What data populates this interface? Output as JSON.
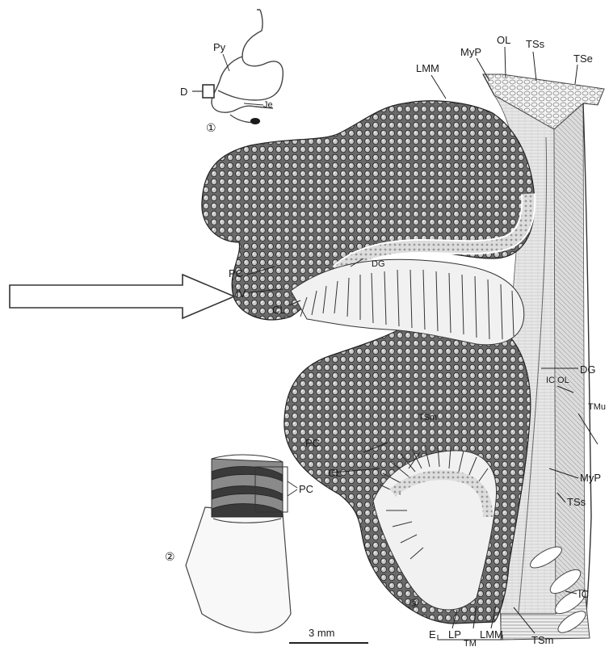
{
  "insets": {
    "one": {
      "number": "①",
      "labels": {
        "py": "Py",
        "d": "D",
        "je": "Je"
      }
    },
    "two": {
      "number": "②",
      "labels": {
        "pc": "PC"
      }
    },
    "three": {
      "number": "③"
    }
  },
  "labels": {
    "top": {
      "lmm": "LMM",
      "myp": "MyP",
      "ol": "OL",
      "tss": "TSs",
      "tse": "TSe"
    },
    "left": {
      "pc_upper": "PC",
      "iv": "IV",
      "cl_upper": "CL",
      "dg_inner": "DG",
      "pc_lower": "PC",
      "cl_lower": "CL",
      "tsm_inner": "TSm"
    },
    "right": {
      "dg": "DG",
      "ic_ol": "IC OL",
      "tmu": "TMu",
      "myp": "MyP",
      "tss": "TSs",
      "ic": "IC"
    },
    "bottom": {
      "e": "E",
      "lp": "LP",
      "lmm": "LMM",
      "tsm": "TSm",
      "tm": "TM"
    }
  },
  "scale_bar": {
    "label": "3 mm"
  },
  "colors": {
    "ink": "#1a1a1a",
    "tissue_dark": "#3a3a3a",
    "tissue_mid": "#8a8a8a",
    "tissue_light": "#d8d8d8",
    "background": "#ffffff"
  }
}
